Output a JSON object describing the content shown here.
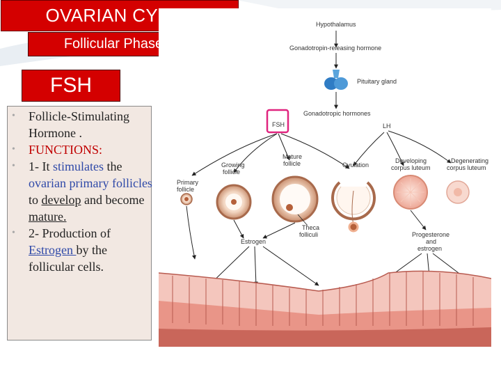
{
  "slide": {
    "title": "OVARIAN CYCLE",
    "subtitle": "Follicular Phase",
    "hormone_box": "FSH"
  },
  "bullets": [
    {
      "text": "Follicle-Stimulating Hormone ."
    },
    {
      "text": "FUNCTIONS:"
    },
    {
      "prefix": "1- It ",
      "highlight": "stimulates",
      "mid": " the ",
      "term": "ovarian primary follicles",
      "tail1": " to ",
      "develop": "develop",
      "tail2": " and become ",
      "mature": "mature."
    },
    {
      "prefix": "2- Production of ",
      "estrogen": "Estrogen ",
      "tail": "by the follicular cells."
    }
  ],
  "diagram": {
    "hypothalamus": "Hypothalamus",
    "gnrh": "Gonadotropin-releasing hormone",
    "pituitary": "Pituitary gland",
    "gonadotropic": "Gonadotropic hormones",
    "fsh": "FSH",
    "lh": "LH",
    "primary_follicle": [
      "Primary",
      "follicle"
    ],
    "growing_follicle": [
      "Growing",
      "follicle"
    ],
    "mature_follicle": [
      "Mature",
      "follicle"
    ],
    "ovulation": "Ovulation",
    "developing_cl": [
      "Developing",
      "corpus luteum"
    ],
    "degenerating_cl": [
      "Degenerating",
      "corpus luteum"
    ],
    "theca": [
      "Theca",
      "folliculi"
    ],
    "estrogen": "Estrogen",
    "prog_estrogen": [
      "Progesterone",
      "and",
      "estrogen"
    ]
  },
  "colors": {
    "title_red": "#d40000",
    "panel_bg": "#f2e8e2",
    "term_blue": "#2f49a8",
    "functions_red": "#c00000",
    "fsh_highlight": "#e0247f"
  }
}
